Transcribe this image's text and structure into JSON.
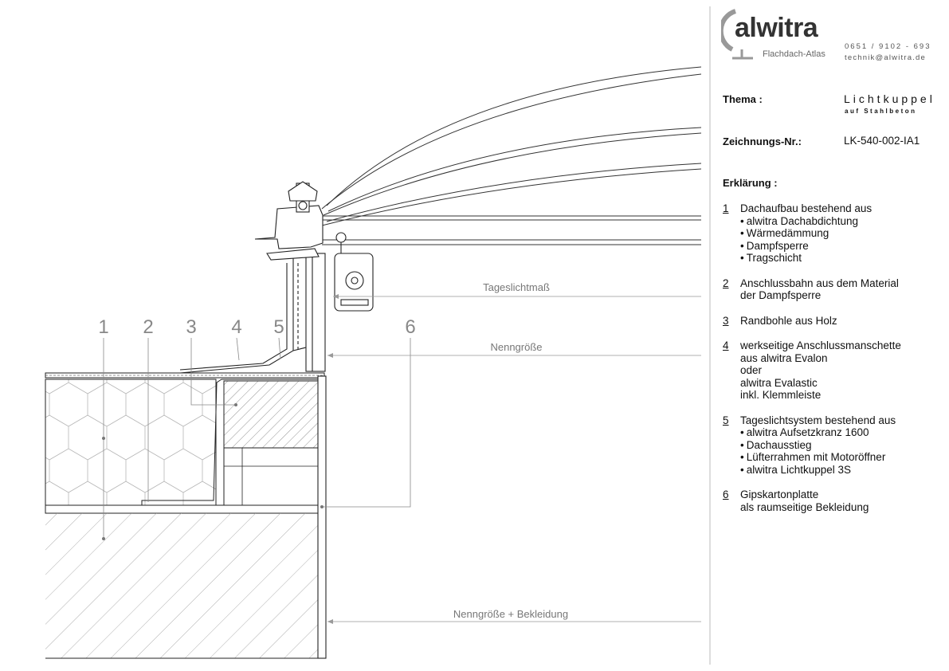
{
  "header": {
    "brand": "alwitra",
    "brand_sub": "Flachdach-Atlas",
    "phone": "0651 / 9102 - 693",
    "email": "technik@alwitra.de"
  },
  "meta": {
    "thema_label": "Thema :",
    "thema_value": "Lichtkuppel",
    "thema_sub": "auf Stahlbeton",
    "drawing_no_label": "Zeichnungs-Nr.:",
    "drawing_no_value": "LK-540-002-IA1",
    "legend_title": "Erklärung :"
  },
  "legend": [
    {
      "num": "1",
      "lines": [
        "Dachaufbau bestehend aus"
      ],
      "bullets": [
        "alwitra Dachabdichtung",
        "Wärmedämmung",
        "Dampfsperre",
        "Tragschicht"
      ]
    },
    {
      "num": "2",
      "lines": [
        "Anschlussbahn aus dem Material",
        "der Dampfsperre"
      ],
      "bullets": []
    },
    {
      "num": "3",
      "lines": [
        "Randbohle aus Holz"
      ],
      "bullets": []
    },
    {
      "num": "4",
      "lines": [
        "werkseitige Anschlussmanschette",
        "aus alwitra Evalon",
        "oder",
        "alwitra Evalastic",
        "inkl. Klemmleiste"
      ],
      "bullets": []
    },
    {
      "num": "5",
      "lines": [
        "Tageslichtsystem bestehend aus"
      ],
      "bullets": [
        "alwitra Aufsetzkranz 1600",
        "Dachausstieg",
        "Lüfterrahmen mit Motoröffner",
        "alwitra Lichtkuppel 3S"
      ]
    },
    {
      "num": "6",
      "lines": [
        "Gipskartonplatte",
        "als raumseitige Bekleidung"
      ],
      "bullets": []
    }
  ],
  "drawing": {
    "callouts": [
      "1",
      "2",
      "3",
      "4",
      "5",
      "6"
    ],
    "dim_daylight": "Tageslichtmaß",
    "dim_nominal": "Nenngröße",
    "dim_nominal_cladding": "Nenngröße + Bekleidung"
  }
}
